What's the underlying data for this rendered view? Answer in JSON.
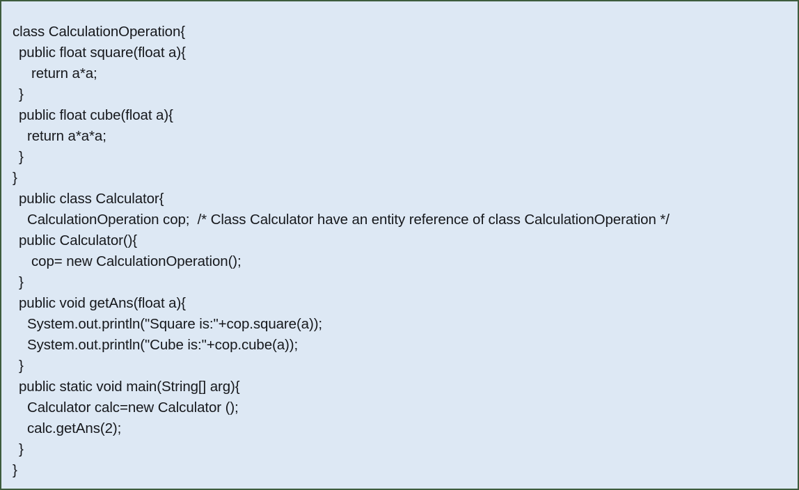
{
  "figure": {
    "kind": "java-code-listing",
    "background_color": "#dde8f4",
    "border_color": "#3d5c3d",
    "text_color": "#16181c"
  },
  "code": {
    "language": "Java",
    "lines": [
      {
        "indent": 0,
        "text": "class CalculationOperation{"
      },
      {
        "indent": 1,
        "text": "public float square(float a){"
      },
      {
        "indent": 3,
        "text": "return a*a;"
      },
      {
        "indent": 1,
        "text": "}"
      },
      {
        "indent": 1,
        "text": "public float cube(float a){"
      },
      {
        "indent": 2,
        "text": "return a*a*a;"
      },
      {
        "indent": 1,
        "text": "}"
      },
      {
        "indent": 0,
        "text": "}"
      },
      {
        "indent": 1,
        "text": "public class Calculator{"
      },
      {
        "indent": 2,
        "text": "CalculationOperation cop;  /* Class Calculator have an entity reference of class CalculationOperation */"
      },
      {
        "indent": 1,
        "text": "public Calculator(){"
      },
      {
        "indent": 3,
        "text": "cop= new CalculationOperation();"
      },
      {
        "indent": 1,
        "text": "}"
      },
      {
        "indent": 1,
        "text": "public void getAns(float a){"
      },
      {
        "indent": 2,
        "text": "System.out.println(\"Square is:\"+cop.square(a));"
      },
      {
        "indent": 2,
        "text": "System.out.println(\"Cube is:\"+cop.cube(a));"
      },
      {
        "indent": 1,
        "text": "}"
      },
      {
        "indent": 1,
        "text": "public static void main(String[] arg){"
      },
      {
        "indent": 2,
        "text": "Calculator calc=new Calculator ();"
      },
      {
        "indent": 2,
        "text": "calc.getAns(2);"
      },
      {
        "indent": 1,
        "text": "}"
      },
      {
        "indent": 0,
        "text": "}"
      }
    ]
  }
}
